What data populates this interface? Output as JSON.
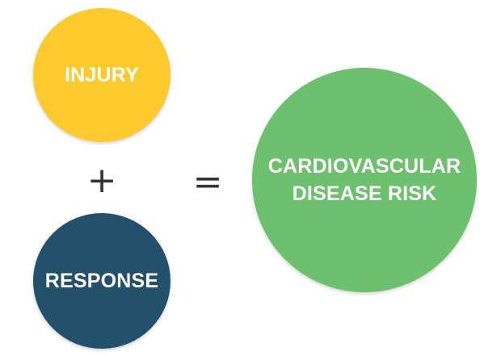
{
  "diagram": {
    "nodes": [
      {
        "id": "injury",
        "label": "INJURY",
        "color": "#FDCA2E"
      },
      {
        "id": "response",
        "label": "RESPONSE",
        "color": "#23506A"
      },
      {
        "id": "result",
        "label": "CARDIOVASCULAR\nDISEASE RISK",
        "color": "#6DC06D"
      }
    ],
    "operators": {
      "plus": "+",
      "equals": "="
    }
  }
}
